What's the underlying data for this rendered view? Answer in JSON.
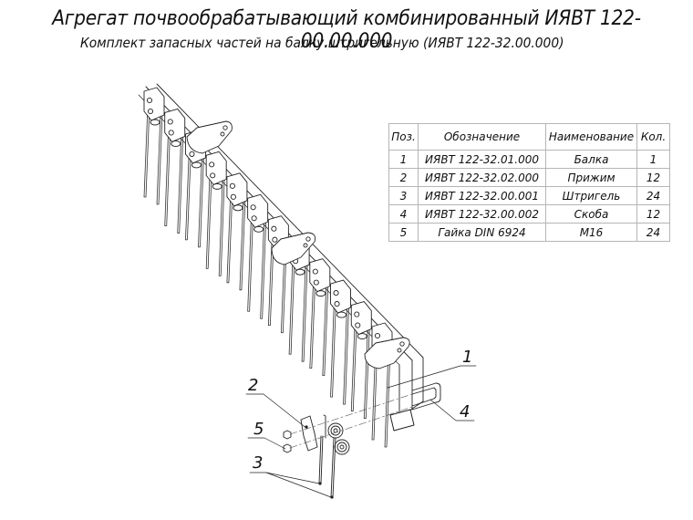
{
  "header": {
    "title": "Агрегат почвообрабатывающий комбинированный ИЯВТ 122-00.00.000",
    "subtitle": "Комплект запасных частей на балку штригельную (ИЯВТ 122-32.00.000)"
  },
  "spec_table": {
    "columns": [
      "Поз.",
      "Обозначение",
      "Наименование",
      "Кол."
    ],
    "rows": [
      {
        "pos": "1",
        "designation": "ИЯВТ 122-32.01.000",
        "name": "Балка",
        "qty": "1"
      },
      {
        "pos": "2",
        "designation": "ИЯВТ 122-32.02.000",
        "name": "Прижим",
        "qty": "12"
      },
      {
        "pos": "3",
        "designation": "ИЯВТ 122-32.00.001",
        "name": "Штригель",
        "qty": "24"
      },
      {
        "pos": "4",
        "designation": "ИЯВТ 122-32.00.002",
        "name": "Скоба",
        "qty": "12"
      },
      {
        "pos": "5",
        "designation": "Гайка DIN 6924",
        "name": "М16",
        "qty": "24"
      }
    ]
  },
  "callouts": [
    {
      "label": "1",
      "part": "beam"
    },
    {
      "label": "2",
      "part": "clamp"
    },
    {
      "label": "3",
      "part": "tine"
    },
    {
      "label": "4",
      "part": "u-bracket"
    },
    {
      "label": "5",
      "part": "nut"
    }
  ],
  "colors": {
    "line": "#222222",
    "table_border": "#b5b5b5",
    "background": "#ffffff"
  }
}
